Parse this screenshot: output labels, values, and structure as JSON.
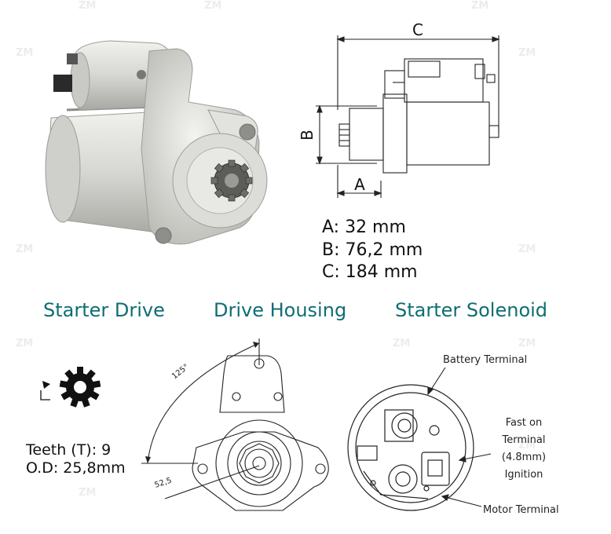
{
  "watermark": "ZM",
  "dimensions": {
    "a_label": "A",
    "b_label": "B",
    "c_label": "C",
    "a": "A: 32 mm",
    "b": "B: 76,2 mm",
    "c": "C: 184 mm"
  },
  "sections": {
    "starter_drive": "Starter Drive",
    "drive_housing": "Drive Housing",
    "starter_solenoid": "Starter Solenoid"
  },
  "starter_drive": {
    "teeth": "Teeth (T): 9",
    "od": "O.D: 25,8mm"
  },
  "drive_housing": {
    "angle": "125°",
    "radius": "52,5"
  },
  "solenoid": {
    "battery_terminal": "Battery Terminal",
    "fast_on_line1": "Fast on",
    "fast_on_line2": "Terminal",
    "fast_on_line3": "(4.8mm)",
    "fast_on_line4": "Ignition",
    "motor_terminal": "Motor Terminal"
  },
  "colors": {
    "section_title": "#0f6e72",
    "body_metal": "#d9d9d6"
  }
}
